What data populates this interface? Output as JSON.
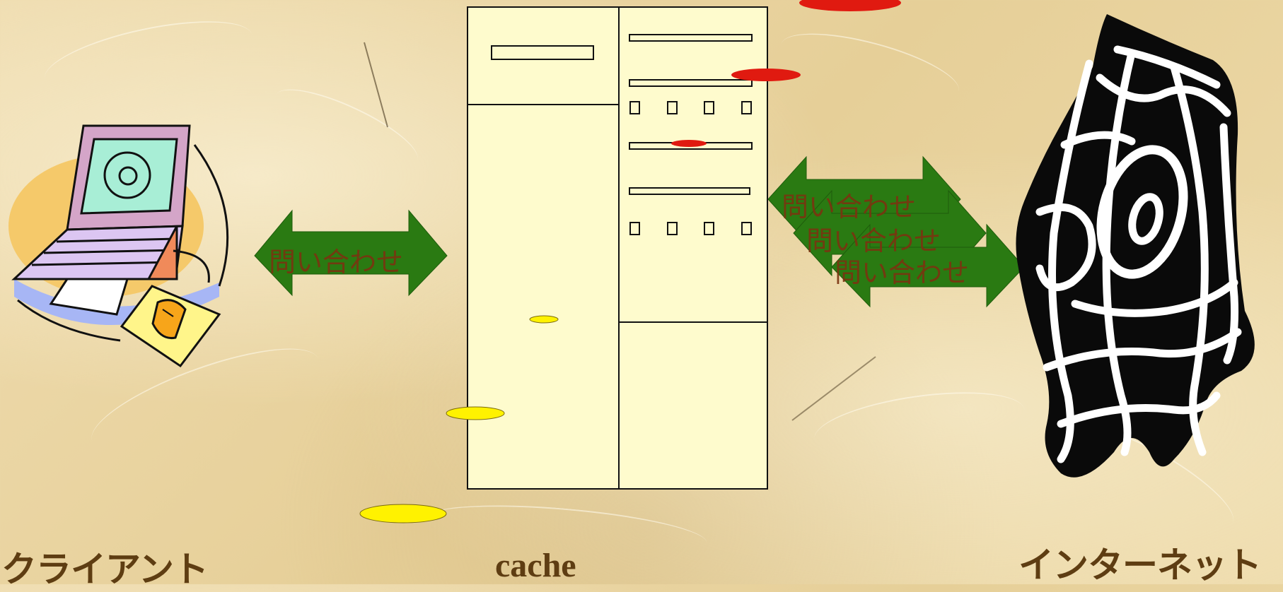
{
  "labels": {
    "client": "クライアント",
    "cache": "cache",
    "internet": "インターネット"
  },
  "arrows": {
    "left_query": "問い合わせ",
    "right_queries": [
      "問い合わせ",
      "問い合わせ",
      "問い合わせ"
    ]
  },
  "colors": {
    "arrow_fill": "#2a7a12",
    "arrow_text": "#7a3410",
    "server_fill": "#fefbcd",
    "label_text": "#5e3d12",
    "red_disc": "#e01a10",
    "yellow_disc": "#fff200"
  },
  "icons": {
    "client": "laptop-computer-icon",
    "internet": "web-at-sign-icon"
  }
}
